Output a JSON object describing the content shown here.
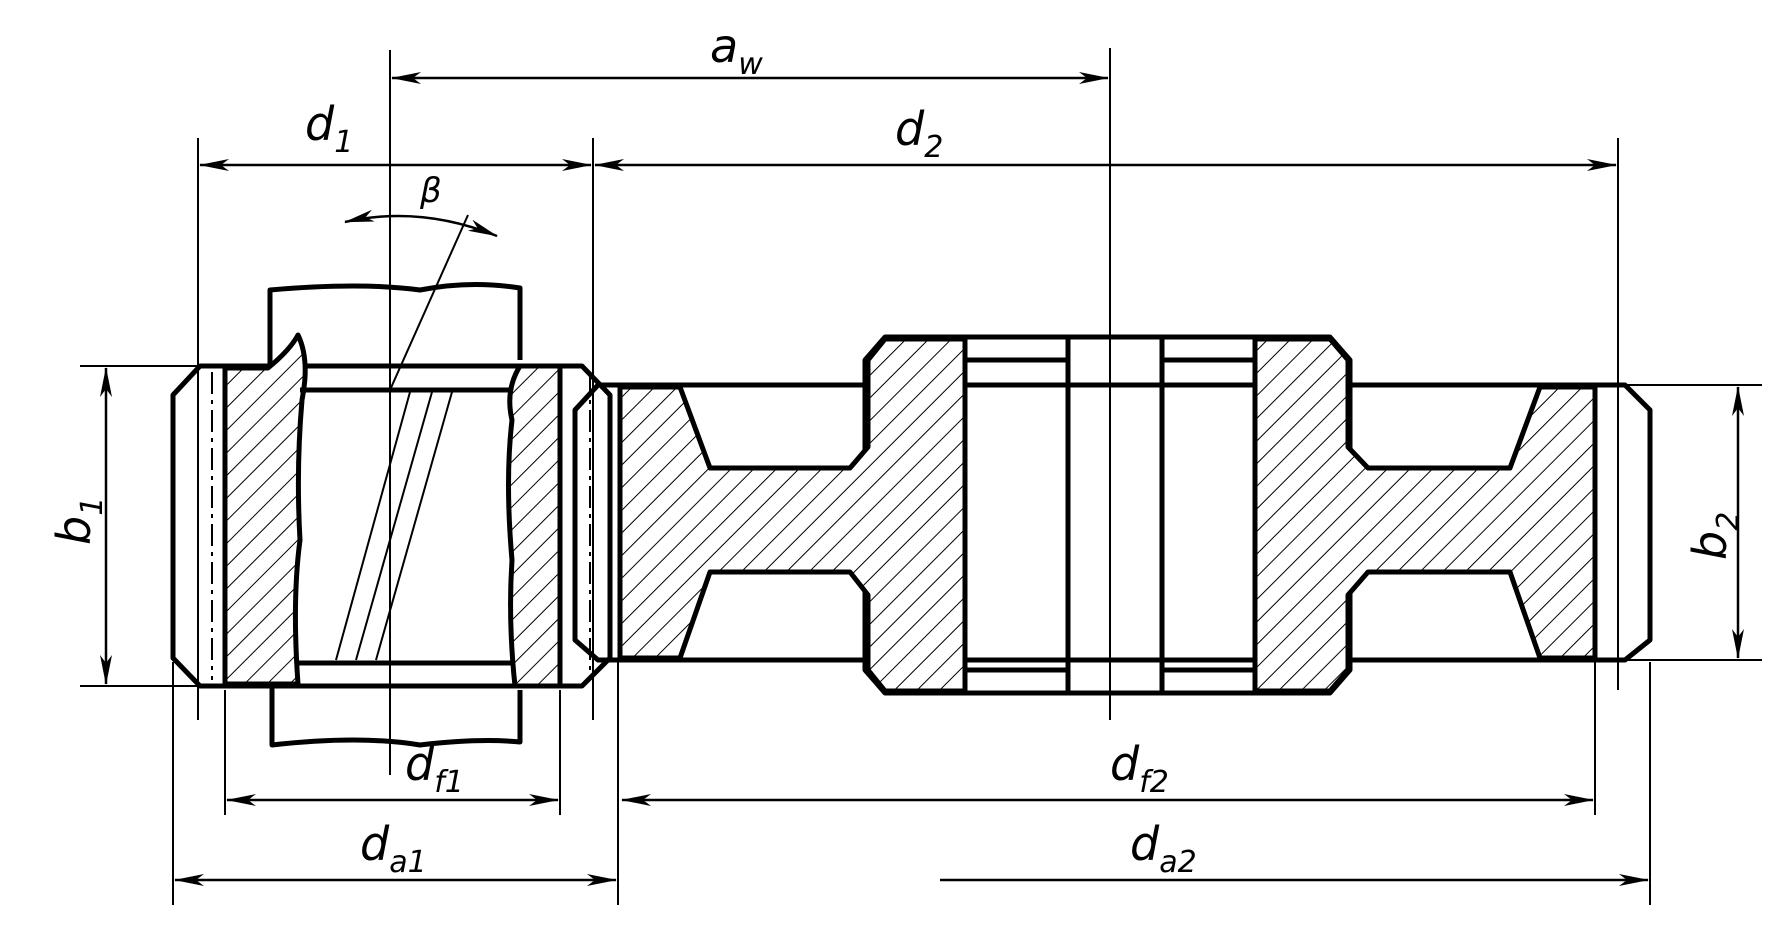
{
  "labels": {
    "aw": {
      "main": "a",
      "sub": "w"
    },
    "d1": {
      "main": "d",
      "sub": "1"
    },
    "d2": {
      "main": "d",
      "sub": "2"
    },
    "beta": {
      "main": "β"
    },
    "b1": {
      "main": "b",
      "sub": "1"
    },
    "b2": {
      "main": "b",
      "sub": "2"
    },
    "df1": {
      "main": "d",
      "sub": "f1"
    },
    "df2": {
      "main": "d",
      "sub": "f2"
    },
    "da1": {
      "main": "d",
      "sub": "a1"
    },
    "da2": {
      "main": "d",
      "sub": "a2"
    }
  },
  "colors": {
    "line": "#000000",
    "background": "#ffffff"
  }
}
